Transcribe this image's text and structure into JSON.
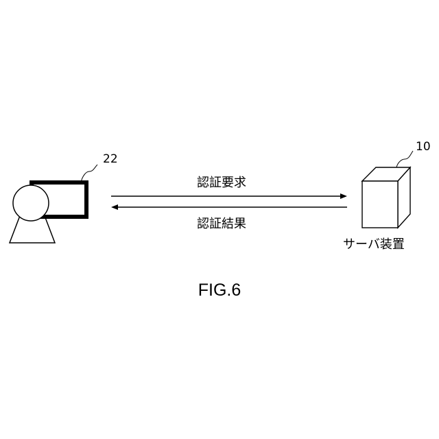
{
  "terminal": {
    "ref": "22"
  },
  "server": {
    "ref": "10",
    "label": "サーバ装置"
  },
  "messages": {
    "request": "認証要求",
    "result": "認証結果"
  },
  "caption": "FIG.6"
}
